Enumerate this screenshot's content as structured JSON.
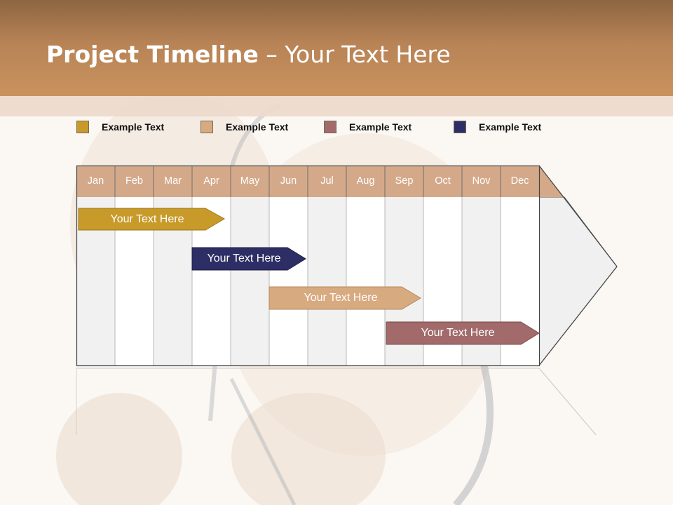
{
  "slide": {
    "title_bold": "Project Timeline",
    "title_rest": " – Your Text Here"
  },
  "legend": [
    {
      "label": "Example Text",
      "color": "#c89a2a"
    },
    {
      "label": "Example Text",
      "color": "#d8aa80"
    },
    {
      "label": "Example Text",
      "color": "#a26a6a"
    },
    {
      "label": "Example Text",
      "color": "#2e2e66"
    }
  ],
  "months": [
    "Jan",
    "Feb",
    "Mar",
    "Apr",
    "May",
    "Jun",
    "Jul",
    "Aug",
    "Sep",
    "Oct",
    "Nov",
    "Dec"
  ],
  "tasks": [
    {
      "label": "Your  Text Here",
      "color": "#c89a2a"
    },
    {
      "label": "Your  Text Here",
      "color": "#2e2e66"
    },
    {
      "label": "Your  Text Here",
      "color": "#d8aa80"
    },
    {
      "label": "Your  Text Here",
      "color": "#a26a6a"
    }
  ],
  "colors": {
    "header": "#c9935e",
    "month_header": "#d4a98a",
    "grid_light": "#f1f1f1",
    "grid_white": "#ffffff"
  }
}
